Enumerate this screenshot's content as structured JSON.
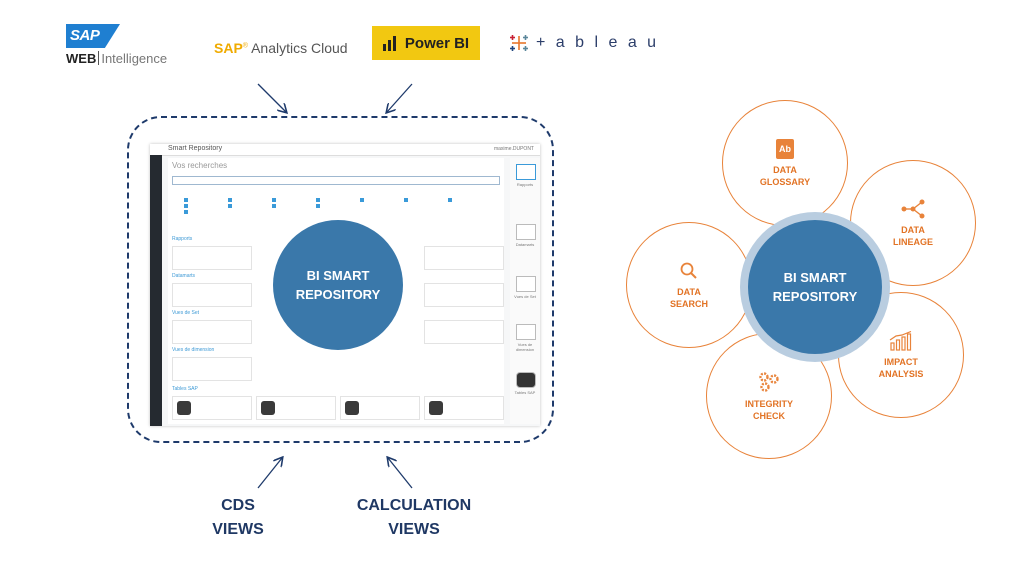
{
  "logos": {
    "sap_badge": "SAP",
    "sap_web": "WEB",
    "sap_intelligence": "Intelligence",
    "sac_brand": "SAP",
    "sac_product": "Analytics Cloud",
    "powerbi": "Power BI",
    "tableau": "+ a b l e a u"
  },
  "screenshot": {
    "app_title": "Smart Repository",
    "user": "maxime.DUPONT",
    "heading": "Vos recherches",
    "sections": [
      "Rapports",
      "Datamarts",
      "Vues de Set",
      "Vues de dimension",
      "Tables SAP"
    ],
    "rail_labels": [
      "Rapports",
      "Datamarts",
      "Vues de Set",
      "Vues de dimension",
      "Tables SAP"
    ]
  },
  "center_bubble": "BI SMART\nREPOSITORY",
  "bottom": {
    "left": "CDS\nVIEWS",
    "right": "CALCULATION\nVIEWS"
  },
  "hub": {
    "center": "BI SMART\nREPOSITORY",
    "petals": {
      "glossary": "DATA\nGLOSSARY",
      "lineage": "DATA\nLINEAGE",
      "search": "DATA\nSEARCH",
      "impact": "IMPACT\nANALYSIS",
      "integrity": "INTEGRITY\nCHECK"
    },
    "glossary_icon_text": "Ab"
  },
  "colors": {
    "navy": "#1e3a6b",
    "blue": "#3a78aa",
    "orange": "#e8833a",
    "powerbi_yellow": "#f2c811"
  }
}
